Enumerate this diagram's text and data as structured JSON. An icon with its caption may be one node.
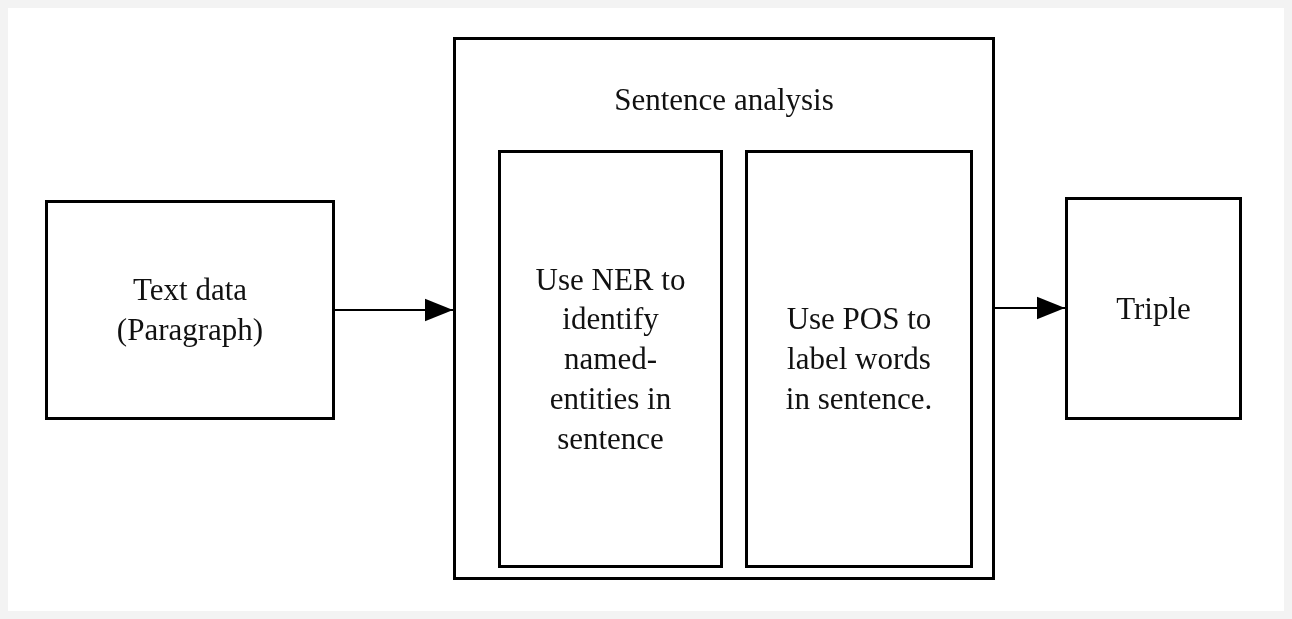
{
  "diagram": {
    "nodes": [
      {
        "text": [
          "Text data (Paragraph)"
        ]
      },
      {
        "text": [
          "Sentence analysis"
        ]
      },
      {
        "text": [
          "Use NER to identify named-entities in sentence"
        ],
        "in": 1
      },
      {
        "text": [
          "Use POS to label words in sentence."
        ],
        "in": 1
      },
      {
        "text": [
          "Triple"
        ]
      }
    ],
    "edges": [
      {
        "from": 0,
        "to": 1,
        "arrow": "to"
      },
      {
        "from": 1,
        "to": 4,
        "arrow": "to"
      }
    ]
  }
}
